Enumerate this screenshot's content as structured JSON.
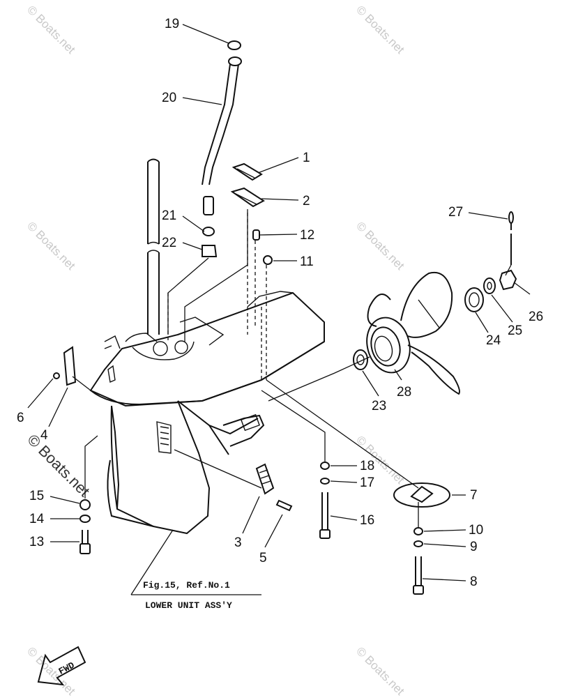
{
  "watermark": "© Boats.net",
  "callouts": [
    "19",
    "20",
    "1",
    "2",
    "21",
    "22",
    "12",
    "11",
    "27",
    "24",
    "25",
    "26",
    "28",
    "23",
    "6",
    "4",
    "18",
    "17",
    "16",
    "7",
    "10",
    "9",
    "8",
    "15",
    "14",
    "13",
    "3",
    "5"
  ],
  "caption": {
    "reference": "Fig.15, Ref.No.1",
    "title": "LOWER UNIT ASS'Y"
  },
  "direction_arrow": {
    "label": "FWD"
  },
  "colors": {
    "ink": "#111111",
    "watermark": "#c8c8c8",
    "background": "#ffffff"
  }
}
